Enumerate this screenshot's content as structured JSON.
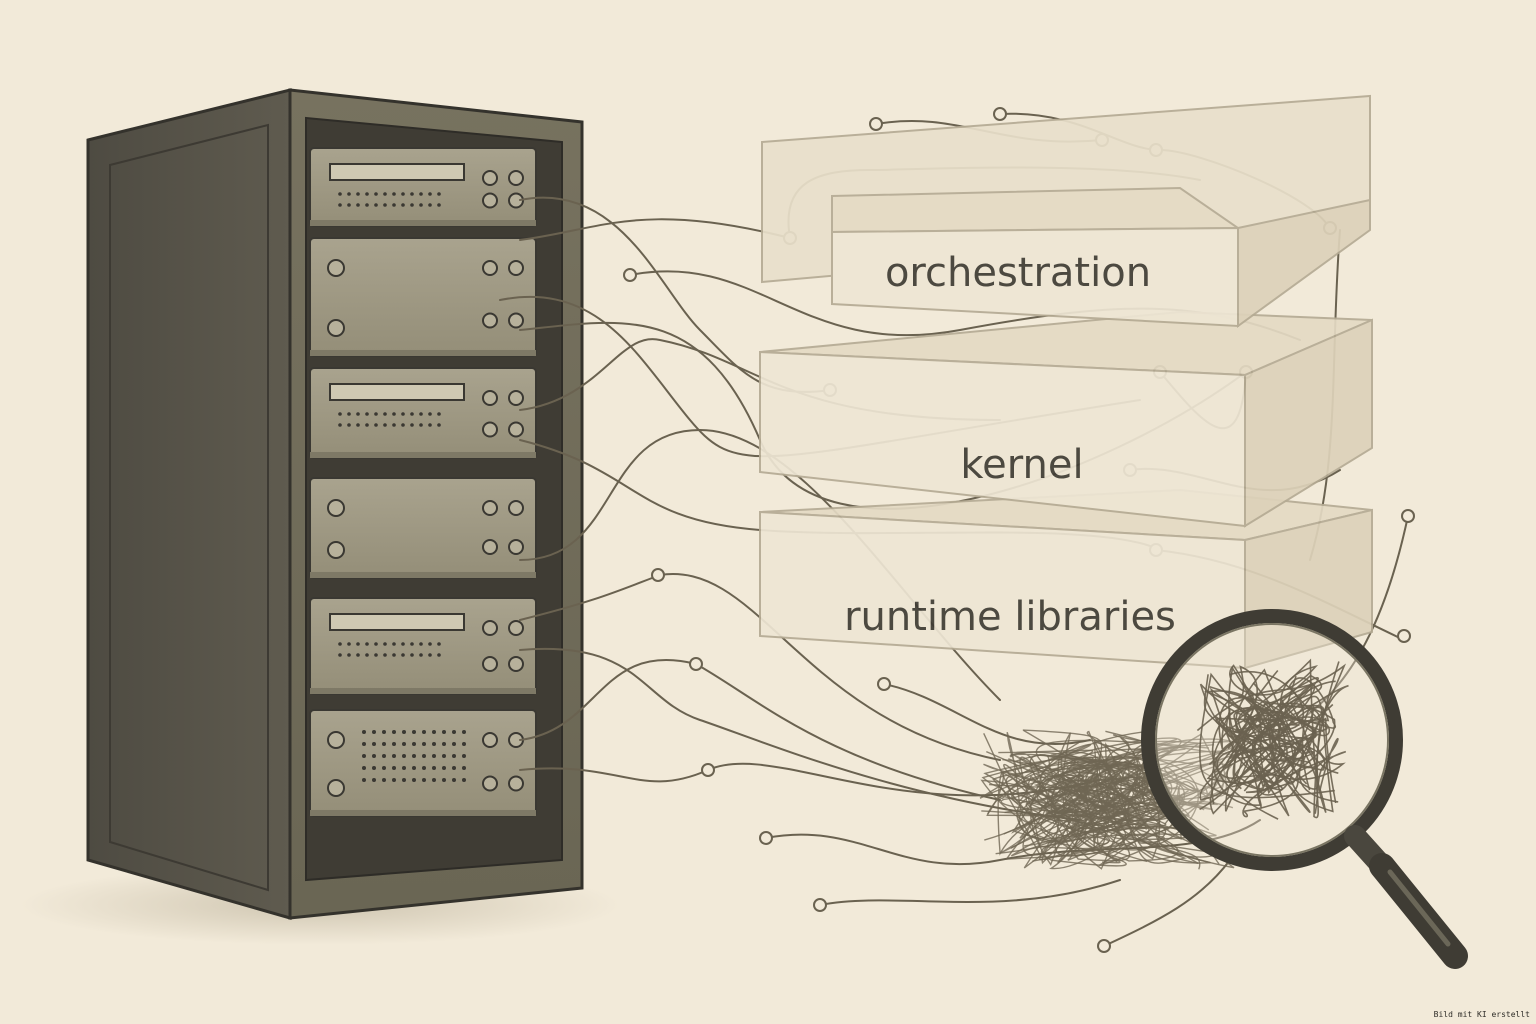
{
  "diagram": {
    "layers": [
      {
        "id": "orchestration",
        "label": "orchestration"
      },
      {
        "id": "kernel",
        "label": "kernel"
      },
      {
        "id": "runtime",
        "label": "runtime libraries"
      }
    ],
    "server_units": 6,
    "credit": "Bild mit KI erstellt",
    "colors": {
      "background": "#f2ead9",
      "rack": "#6b6758",
      "rack_dark": "#45423a",
      "wire": "#6a6250",
      "layer_fill": "#ece3cf",
      "layer_stroke": "#b5ab94"
    }
  }
}
